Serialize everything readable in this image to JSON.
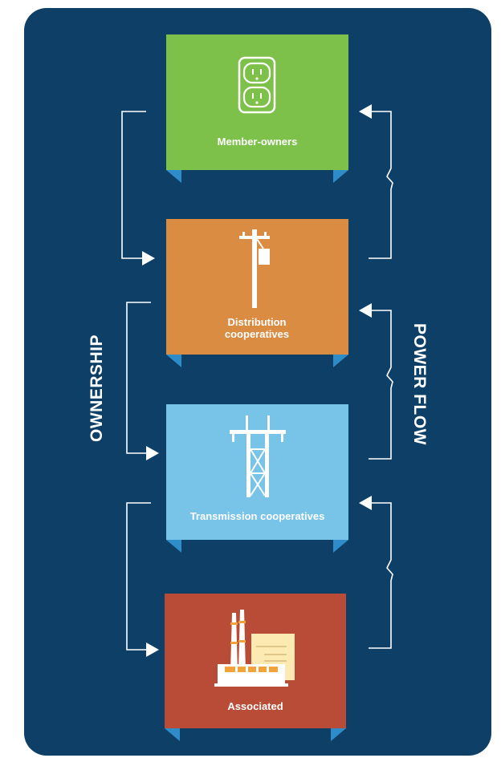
{
  "cards": [
    {
      "label": "Member-owners",
      "color": "#7dc14a",
      "icon": "electrical-outlet-icon"
    },
    {
      "label": "Distribution cooperatives",
      "color": "#d98c42",
      "icon": "utility-pole-icon"
    },
    {
      "label": "Transmission cooperatives",
      "color": "#78c3e8",
      "icon": "transmission-tower-icon"
    },
    {
      "label": "Associated",
      "color": "#b94c36",
      "icon": "power-plant-icon"
    }
  ],
  "labels": {
    "ownership": "OWNERSHIP",
    "power_flow": "POWER FLOW"
  },
  "colors": {
    "background": "#0e3f66",
    "tab": "#2e8cc8",
    "line": "#ffffff"
  }
}
